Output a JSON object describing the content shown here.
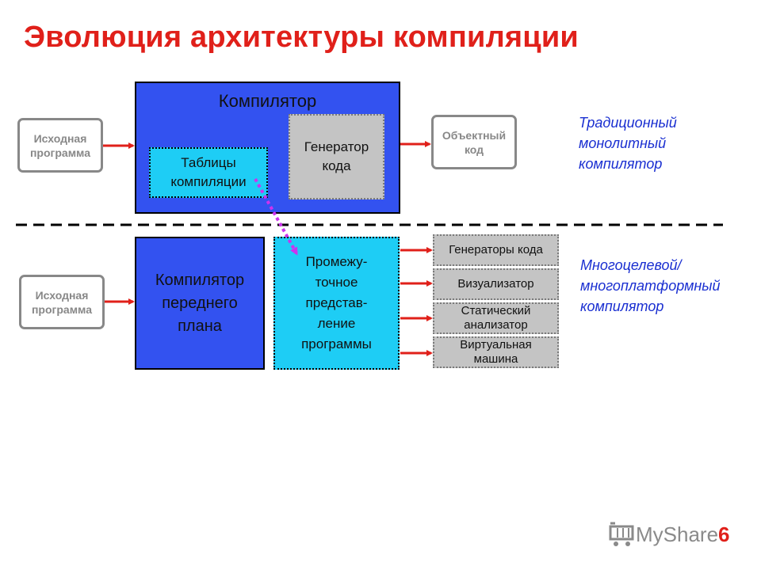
{
  "title": "Эволюция архитектуры компиляции",
  "top": {
    "source": "Исходная\nпрограмма",
    "compiler_label": "Компилятор",
    "tables_label": "Таблицы\nкомпиляции",
    "generator_label": "Генератор\nкода",
    "object_code": "Объектный\nкод",
    "side_label": "Традиционный\nмонолитный\nкомпилятор"
  },
  "bottom": {
    "source": "Исходная\nпрограмма",
    "front_end": "Компилятор\nпереднего\nплана",
    "ir": "Промежу-\nточное\nпредстав-\nление\nпрограммы",
    "tools": [
      "Генераторы кода",
      "Визуализатор",
      "Статический\nанализатор",
      "Виртуальная\nмашина"
    ],
    "side_label": "Многоцелевой/\nмногоплатформный\nкомпилятор"
  },
  "footer": {
    "logo_text": "MyShare",
    "page_number": "6"
  },
  "colors": {
    "title": "#e0201a",
    "arrow": "#e0201a",
    "blue": "#3352f0",
    "cyan": "#1ecdf5",
    "gray": "#c4c4c4",
    "side_text": "#1a2fd1",
    "dotted_arrow": "#cc33ee"
  }
}
